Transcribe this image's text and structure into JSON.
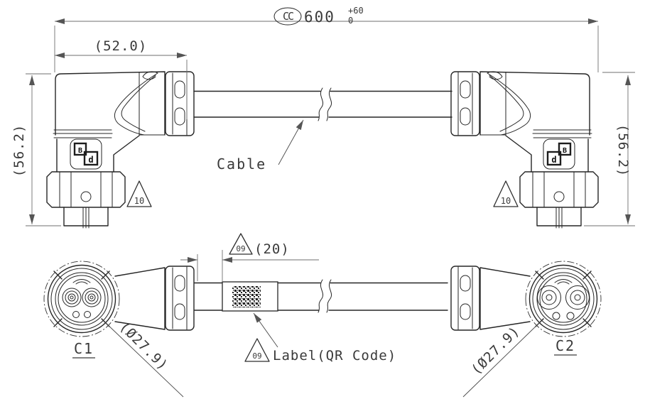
{
  "drawing": {
    "colors": {
      "background": "#ffffff",
      "outline": "#262626",
      "dimension": "#6f6f6f",
      "text": "#3a3a3a"
    },
    "top_view": {
      "overall_dim": {
        "symbol": "CC",
        "value": "600",
        "tol_upper": "+60",
        "tol_lower": "0"
      },
      "connector_length_dim": "(52.0)",
      "left_height_dim": "(56.2)",
      "right_height_dim": "(56.2)",
      "cable_callout": "Cable",
      "left_note": "10",
      "right_note": "10",
      "left_markings": {
        "top": "B",
        "bottom": "d"
      },
      "right_markings": {
        "top": "B",
        "bottom": "d"
      }
    },
    "bottom_view": {
      "c1_label": "C1",
      "c2_label": "C2",
      "c1_dia": "(Ø27.9)",
      "c2_dia": "(Ø27.9)",
      "label_offset_dim": "(20)",
      "offset_note": "09",
      "label_callout": "Label(QR Code)",
      "label_note": "09"
    }
  }
}
